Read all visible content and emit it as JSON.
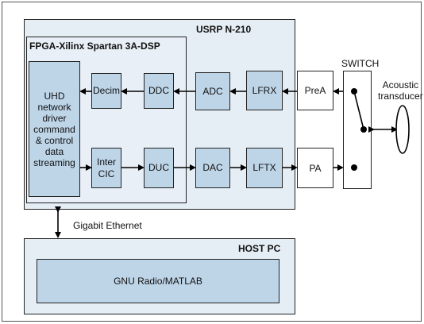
{
  "usrp": {
    "title": "USRP N-210"
  },
  "fpga": {
    "title": "FPGA-Xilinx Spartan 3A-DSP"
  },
  "uhd": {
    "label": "UHD\nnetwork\ndriver\ncommand\n& control\ndata\nstreaming"
  },
  "blocks": {
    "decim": "Decim",
    "ddc": "DDC",
    "adc": "ADC",
    "lfrx": "LFRX",
    "prea": "PreA",
    "inter_cic": "Inter\nCIC",
    "duc": "DUC",
    "dac": "DAC",
    "lftx": "LFTX",
    "pa": "PA"
  },
  "switch": {
    "label": "SWITCH"
  },
  "transducer": {
    "label": "Acoustic\ntransducer"
  },
  "link": {
    "label": "Gigabit Ethernet"
  },
  "host": {
    "title": "HOST PC",
    "app": "GNU Radio/MATLAB"
  }
}
